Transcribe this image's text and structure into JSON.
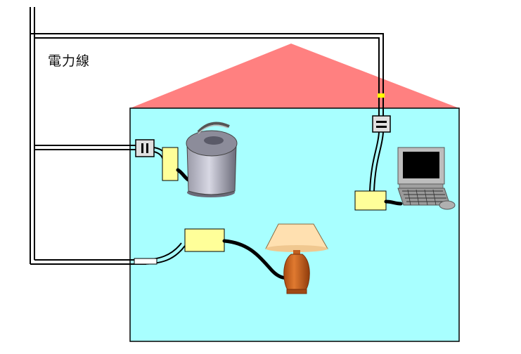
{
  "diagram": {
    "power_line_label": "電力線",
    "colors": {
      "roof": "#ff8080",
      "house_wall": "#a8ffff",
      "adapter": "#ffff99",
      "wire": "#000000",
      "lamp_shade": "#ffe0b0",
      "lamp_base": "#d2691e"
    },
    "components": [
      "power-line",
      "house",
      "roof",
      "wall-outlet-left",
      "wall-outlet-right",
      "plc-adapter-kettle",
      "plc-adapter-pc",
      "plc-adapter-lamp",
      "electric-kettle",
      "desktop-pc",
      "table-lamp"
    ]
  }
}
